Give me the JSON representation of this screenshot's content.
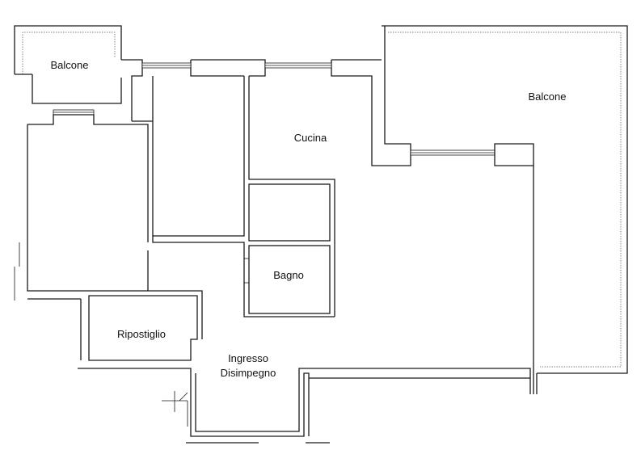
{
  "rooms": {
    "balcone_left": "Balcone",
    "balcone_right": "Balcone",
    "cucina": "Cucina",
    "bagno": "Bagno",
    "ripostiglio": "Ripostiglio",
    "ingresso_line1": "Ingresso",
    "ingresso_line2": "Disimpegno"
  }
}
